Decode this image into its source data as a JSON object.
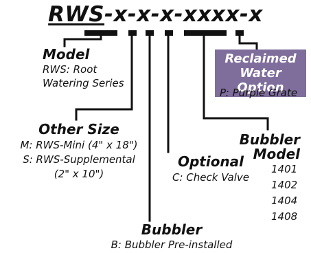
{
  "code": {
    "prefix": "RWS",
    "rest": "-x-x-x-xxxx-x"
  },
  "labels": {
    "model": {
      "title": "Model",
      "lines": [
        "RWS: Root",
        "Watering Series"
      ]
    },
    "other_size": {
      "title": "Other Size",
      "lines": [
        "M: RWS-Mini (4\" x 18\")",
        "S: RWS-Supplemental",
        "(2\" x 10\")"
      ]
    },
    "optional": {
      "title": "Optional",
      "lines": [
        "C: Check Valve"
      ]
    },
    "bubbler": {
      "title": "Bubbler",
      "lines": [
        "B: Bubbler Pre-installed"
      ]
    },
    "bubbler_model": {
      "title_lines": [
        "Bubbler",
        "Model"
      ],
      "lines": [
        "1401",
        "1402",
        "1404",
        "1408"
      ]
    },
    "reclaimed": {
      "title_lines": [
        "Reclaimed",
        "Water Option"
      ],
      "lines": [
        "P: Purple Grate"
      ]
    }
  },
  "colors": {
    "badge": "#7f6d9c",
    "line": "#111111"
  }
}
